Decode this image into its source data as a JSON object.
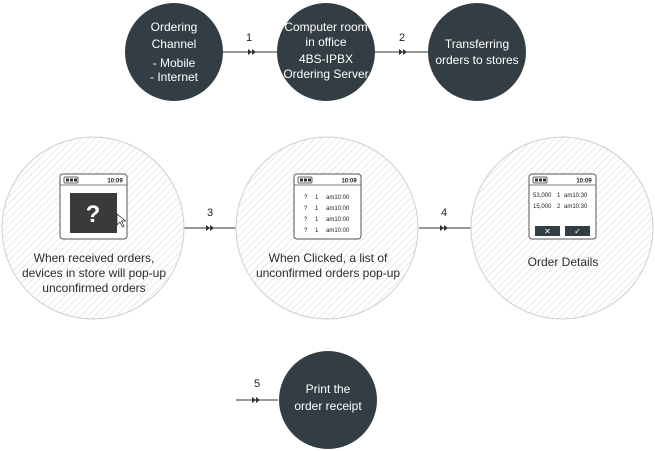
{
  "colors": {
    "dark_node": "#333d44",
    "light_node_stroke": "#cfcfcf",
    "hatch": "#e3e3e3",
    "arrow": "#333333"
  },
  "nodes": {
    "ordering_channel": {
      "lines": [
        "Ordering",
        "Channel",
        "- Mobile",
        "- Internet"
      ]
    },
    "computer_room": {
      "lines": [
        "Computer room",
        "in office",
        "4BS-IPBX",
        "Ordering Server"
      ]
    },
    "transferring": {
      "lines": [
        "Transferring",
        "orders to stores"
      ]
    },
    "store_device": {
      "lines": [
        "When received orders,",
        "devices in store will pop-up",
        "unconfirmed orders"
      ]
    },
    "order_list": {
      "lines": [
        "When Clicked, a list of",
        "unconfirmed orders pop-up"
      ]
    },
    "order_details": {
      "lines": [
        "Order Details"
      ]
    },
    "print_receipt": {
      "lines": [
        "Print the",
        "order receipt"
      ]
    }
  },
  "steps": [
    "1",
    "2",
    "3",
    "4",
    "5"
  ],
  "devices": {
    "popup": {
      "time": "10:09",
      "icon": "?"
    },
    "list": {
      "time": "10:09",
      "rows": [
        {
          "mark": "?",
          "qty": "1",
          "time": "am10:00"
        },
        {
          "mark": "?",
          "qty": "1",
          "time": "am10:00"
        },
        {
          "mark": "?",
          "qty": "1",
          "time": "am10:00"
        },
        {
          "mark": "?",
          "qty": "1",
          "time": "am10:00"
        }
      ]
    },
    "details": {
      "time": "10:09",
      "rows": [
        {
          "price": "53,000",
          "qty": "1",
          "time": "am10:30"
        },
        {
          "price": "15,000",
          "qty": "2",
          "time": "am10:30"
        }
      ],
      "buttons": [
        "✕",
        "✓"
      ]
    }
  }
}
